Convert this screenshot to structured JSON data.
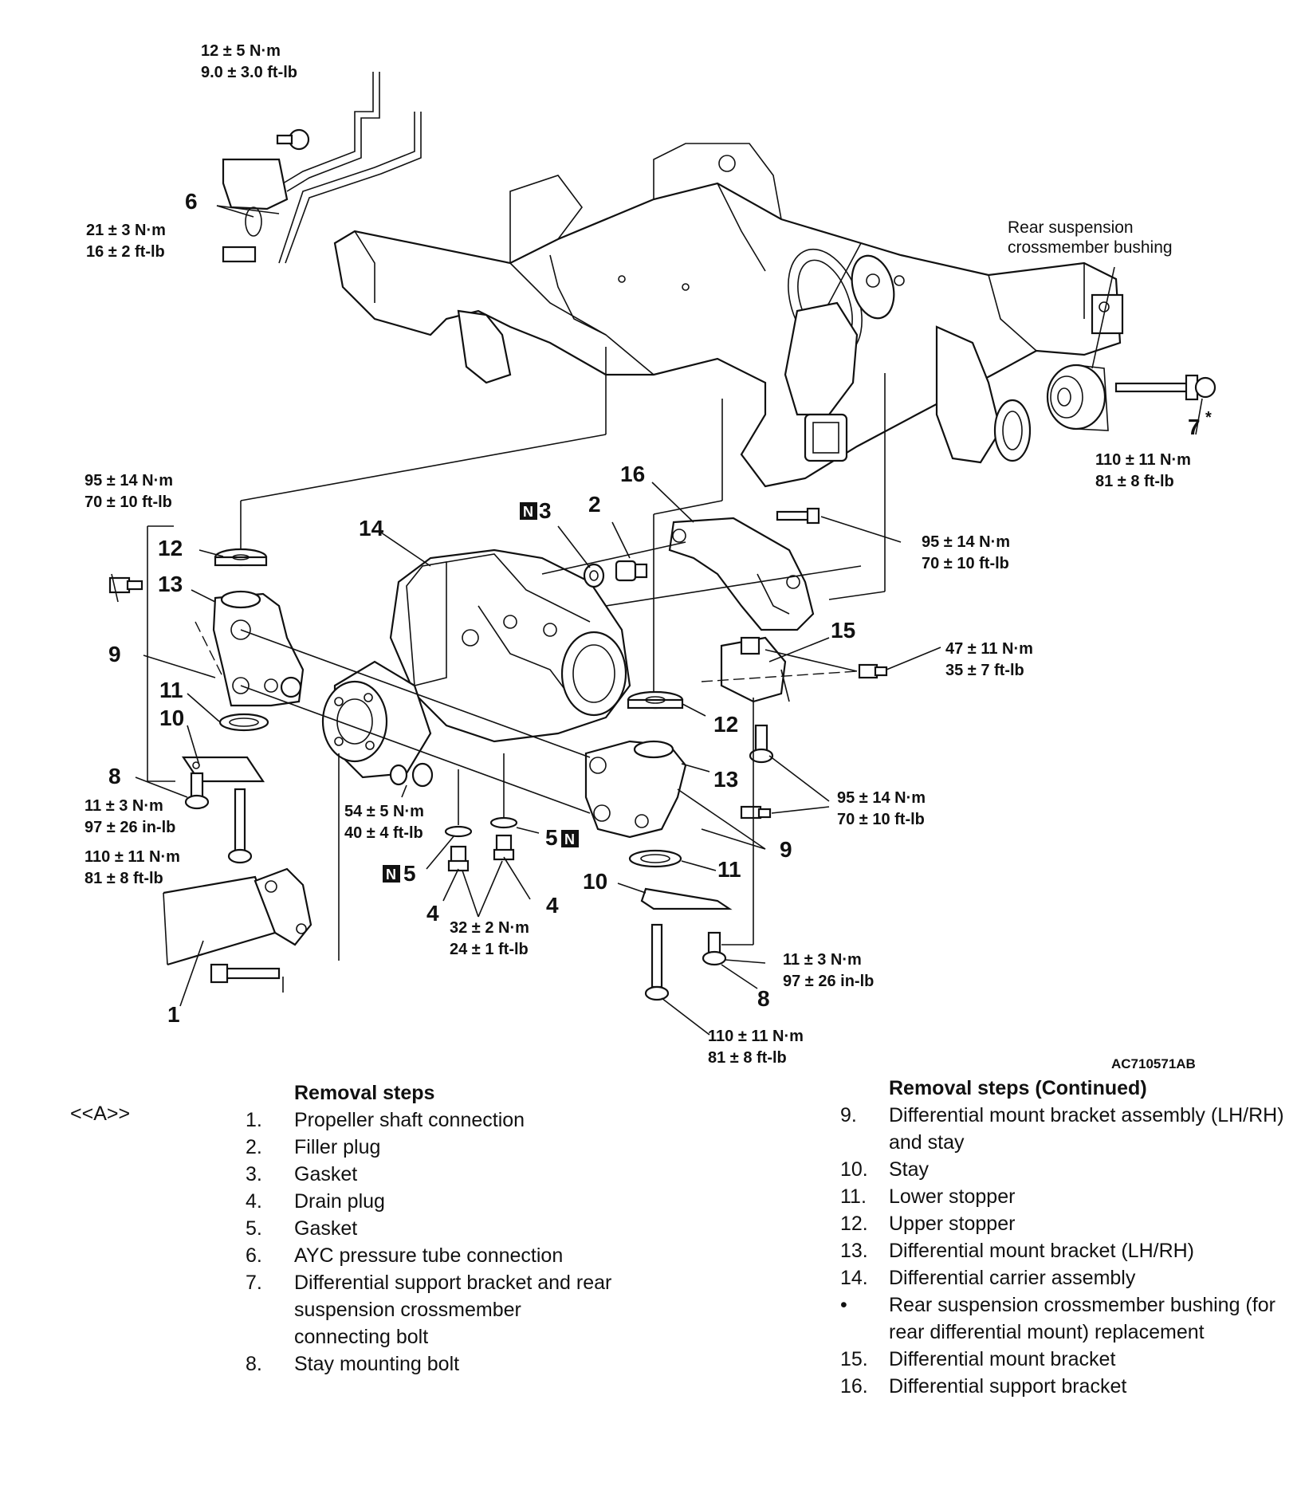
{
  "figure_code": "AC710571AB",
  "callouts": {
    "c1": "1",
    "c2": "2",
    "c3": "3",
    "c4a": "4",
    "c4b": "4",
    "c5a": "5",
    "c5b": "5",
    "c6": "6",
    "c7": "7",
    "c7mark": "*",
    "c8a": "8",
    "c8b": "8",
    "c9a": "9",
    "c9b": "9",
    "c10a": "10",
    "c10b": "10",
    "c11a": "11",
    "c11b": "11",
    "c12a": "12",
    "c12b": "12",
    "c13a": "13",
    "c13b": "13",
    "c14": "14",
    "c15": "15",
    "c16": "16",
    "new_badge": "N"
  },
  "annotations": {
    "bushing_line1": "Rear suspension",
    "bushing_line2": "crossmember bushing"
  },
  "torques": {
    "t_tube_bracket": [
      "12 ± 5 N·m",
      "9.0 ± 3.0 ft-lb"
    ],
    "t_tube_clamp": [
      "21 ± 3 N·m",
      "16 ± 2 ft-lb"
    ],
    "t_crossmember_bolt": [
      "110 ± 11 N·m",
      "81 ± 8 ft-lb"
    ],
    "t_left_upper": [
      "95 ± 14 N·m",
      "70 ± 10 ft-lb"
    ],
    "t_support_bracket": [
      "95 ± 14 N·m",
      "70 ± 10 ft-lb"
    ],
    "t_mount_bracket15": [
      "47 ± 11 N·m",
      "35 ± 7 ft-lb"
    ],
    "t_right_mid": [
      "95 ± 14 N·m",
      "70 ± 10 ft-lb"
    ],
    "t_left_stay": [
      "11 ± 3 N·m",
      "97 ± 26 in-lb"
    ],
    "t_left_long": [
      "110 ± 11 N·m",
      "81 ± 8 ft-lb"
    ],
    "t_shaft": [
      "54 ± 5 N·m",
      "40 ± 4 ft-lb"
    ],
    "t_drain": [
      "32 ± 2 N·m",
      "24 ± 1 ft-lb"
    ],
    "t_right_stay": [
      "11 ± 3 N·m",
      "97 ± 26 in-lb"
    ],
    "t_right_long": [
      "110 ± 11 N·m",
      "81 ± 8 ft-lb"
    ]
  },
  "marker": "<<A>>",
  "removal_steps": {
    "title": "Removal steps",
    "items": [
      {
        "num": "1.",
        "text": "Propeller shaft connection"
      },
      {
        "num": "2.",
        "text": "Filler plug"
      },
      {
        "num": "3.",
        "text": "Gasket"
      },
      {
        "num": "4.",
        "text": "Drain plug"
      },
      {
        "num": "5.",
        "text": "Gasket"
      },
      {
        "num": "6.",
        "text": "AYC pressure tube connection"
      },
      {
        "num": "7.",
        "text": "Differential support bracket and rear suspension crossmember connecting bolt"
      },
      {
        "num": "8.",
        "text": "Stay mounting bolt"
      }
    ]
  },
  "removal_steps_continued": {
    "title": "Removal steps (Continued)",
    "items": [
      {
        "num": "9.",
        "text": "Differential mount bracket assembly (LH/RH) and stay"
      },
      {
        "num": "10.",
        "text": "Stay"
      },
      {
        "num": "11.",
        "text": "Lower stopper"
      },
      {
        "num": "12.",
        "text": "Upper stopper"
      },
      {
        "num": "13.",
        "text": "Differential mount bracket (LH/RH)"
      },
      {
        "num": "14.",
        "text": "Differential carrier assembly"
      },
      {
        "num": "•",
        "text": "Rear suspension crossmember bushing (for rear differential mount) replacement"
      },
      {
        "num": "15.",
        "text": "Differential mount bracket"
      },
      {
        "num": "16.",
        "text": "Differential support bracket"
      }
    ]
  }
}
